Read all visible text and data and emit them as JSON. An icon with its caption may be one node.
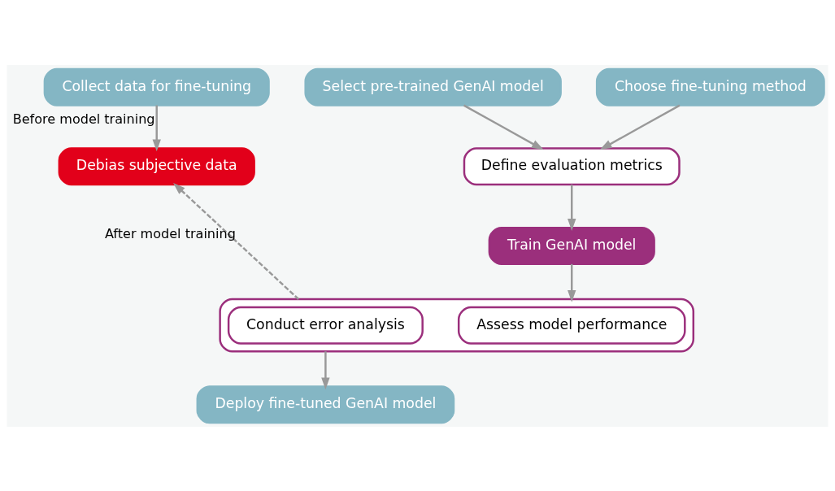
{
  "diagram": {
    "nodes": [
      {
        "text": [
          "Collect data for fine-tuning"
        ]
      },
      {
        "text": [
          "Select pre-trained GenAI model"
        ]
      },
      {
        "text": [
          "Choose fine-tuning method"
        ]
      },
      {
        "text": [
          "Define evaluation metrics"
        ]
      },
      {
        "text": [
          "Debias subjective data"
        ]
      },
      {
        "text": [
          "Train GenAI model"
        ]
      },
      {
        "text": [],
        "shape": "box"
      },
      {
        "text": [
          "Assess model performance"
        ],
        "in": 6
      },
      {
        "text": [
          "Conduct error analysis"
        ],
        "in": 6
      },
      {
        "text": [
          "Deploy fine-tuned GenAI model"
        ]
      }
    ],
    "edges": [
      {
        "from": 0,
        "to": 4,
        "arrow": "to",
        "label": "Before model training"
      },
      {
        "from": 1,
        "to": 3,
        "arrow": "to"
      },
      {
        "from": 2,
        "to": 3,
        "arrow": "to"
      },
      {
        "from": 3,
        "to": 5,
        "arrow": "to"
      },
      {
        "from": 5,
        "to": 6,
        "arrow": "to"
      },
      {
        "from": 6,
        "to": 4,
        "arrow": "to",
        "style": "dashed",
        "label": "After model training"
      },
      {
        "from": 6,
        "to": 9,
        "arrow": "to"
      }
    ]
  }
}
